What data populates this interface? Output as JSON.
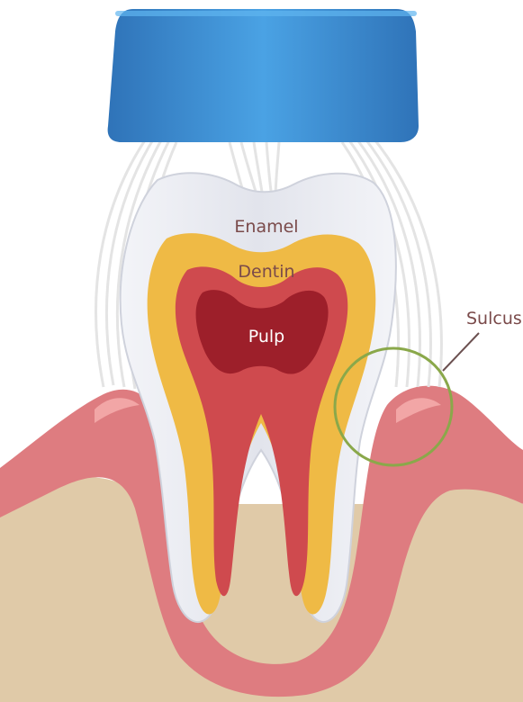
{
  "labels": {
    "enamel": "Enamel",
    "dentin": "Dentin",
    "pulp": "Pulp",
    "sulcus": "Sulcus"
  },
  "colors": {
    "brush_head": "#3d8fd6",
    "bristles": "#e6e6e6",
    "enamel": "#dfe1e8",
    "dentin": "#efba45",
    "pulp_outer": "#cf4a4e",
    "pulp_inner": "#9d1f2a",
    "gum": "#e07b80",
    "bone": "#e0caa8",
    "sulcus_circle": "#8aa84a",
    "label_dark": "#7a4a4a",
    "label_light": "#ffffff"
  },
  "icons": [
    "toothbrush-head-icon",
    "tooth-icon"
  ]
}
